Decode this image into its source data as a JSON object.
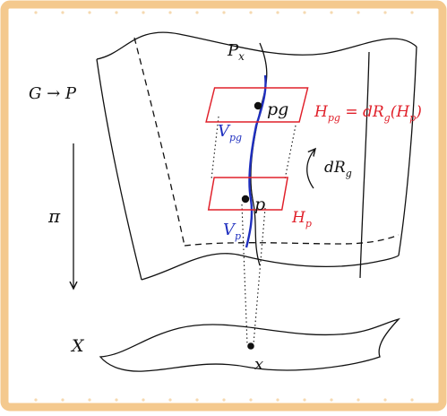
{
  "colors": {
    "frame": "#f4c98e",
    "frame_dots": "#f6d9b0",
    "ink": "#111111",
    "horizontal": "#e0202a",
    "vertical": "#1f2fbf"
  },
  "labels": {
    "fiber": "P",
    "fiber_sub": "x",
    "action": "G → P",
    "pg": "pg",
    "horizontal_pg": "H",
    "horizontal_pg_sub": "pg",
    "horizontal_pg_eq": " = dR",
    "horizontal_pg_eq_sub": "g",
    "horizontal_pg_arg": "(H",
    "horizontal_pg_arg_sub": "p",
    "horizontal_pg_close": ")",
    "vertical_pg": "V",
    "vertical_pg_sub": "pg",
    "push": "dR",
    "push_sub": "g",
    "p": "p",
    "horizontal_p": "H",
    "horizontal_p_sub": "p",
    "vertical_p": "V",
    "vertical_p_sub": "p",
    "projection": "π",
    "base": "X",
    "x": "x"
  }
}
